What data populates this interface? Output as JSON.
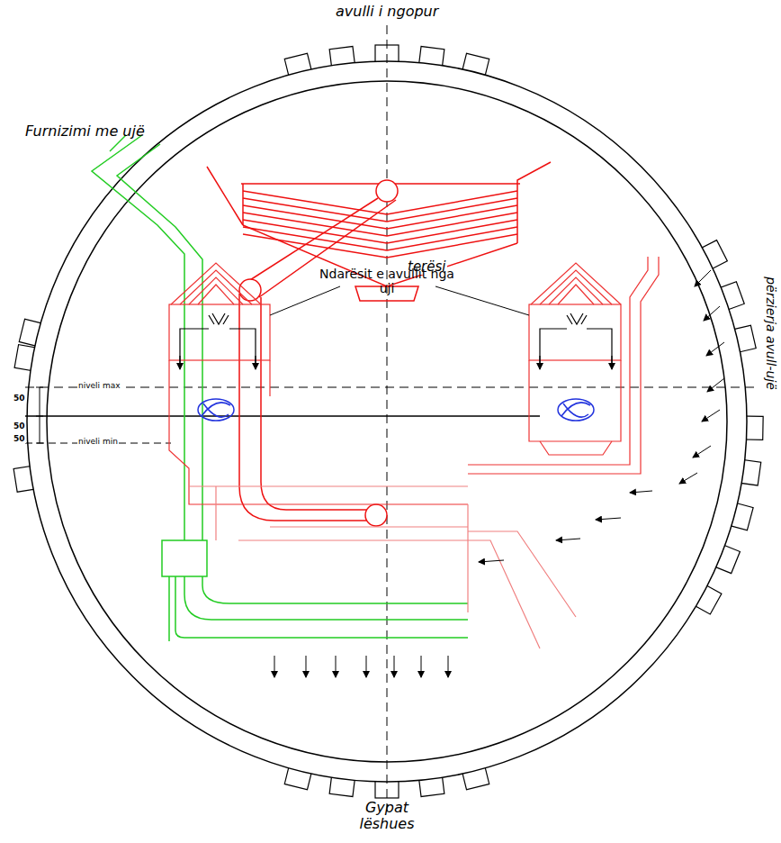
{
  "diagram": {
    "labels": [
      "avulli i ngopur",
      "Furnizimi me ujë",
      "terësi",
      "Ndarësit e avullit nga uji",
      "50",
      "niveli max",
      "50",
      "50",
      "niveli min",
      "përzierja avull-ujë",
      "Gypat lëshues"
    ]
  }
}
